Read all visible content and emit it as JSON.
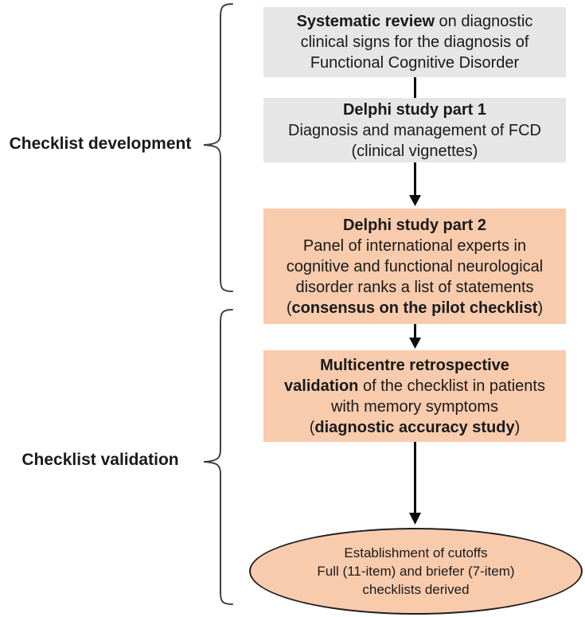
{
  "colors": {
    "box_gray": "#e7e6e6",
    "box_peach": "#f8cbad",
    "ellipse_fill": "#f8cbad",
    "ellipse_border": "#1f1f1f",
    "arrow": "#0d0d0d",
    "brace": "#404040",
    "text": "#1a1a1a"
  },
  "labels": {
    "development": "Checklist development",
    "validation": "Checklist validation"
  },
  "boxes": [
    {
      "name": "systematic-review-box",
      "fill": "gray",
      "lines": [
        [
          {
            "t": "Systematic review",
            "b": true
          },
          {
            "t": " on diagnostic",
            "b": false
          }
        ],
        [
          {
            "t": "clinical signs for the diagnosis of",
            "b": false
          }
        ],
        [
          {
            "t": "Functional Cognitive Disorder",
            "b": false
          }
        ]
      ]
    },
    {
      "name": "delphi-study-part-1-box",
      "fill": "gray",
      "lines": [
        [
          {
            "t": "Delphi study part 1",
            "b": true
          }
        ],
        [
          {
            "t": "Diagnosis and management of FCD",
            "b": false
          }
        ],
        [
          {
            "t": "(clinical vignettes)",
            "b": false
          }
        ]
      ]
    },
    {
      "name": "delphi-study-part-2-box",
      "fill": "peach",
      "lines": [
        [
          {
            "t": "Delphi study part 2",
            "b": true
          }
        ],
        [
          {
            "t": "Panel of international experts in",
            "b": false
          }
        ],
        [
          {
            "t": "cognitive and functional neurological",
            "b": false
          }
        ],
        [
          {
            "t": "disorder ranks a list of statements",
            "b": false
          }
        ],
        [
          {
            "t": "(",
            "b": false
          },
          {
            "t": "consensus on the pilot checklist",
            "b": true
          },
          {
            "t": ")",
            "b": false
          }
        ]
      ]
    },
    {
      "name": "multicentre-validation-box",
      "fill": "peach",
      "lines": [
        [
          {
            "t": "Multicentre retrospective",
            "b": true
          }
        ],
        [
          {
            "t": "validation",
            "b": true
          },
          {
            "t": " of the checklist in patients",
            "b": false
          }
        ],
        [
          {
            "t": "with memory symptoms",
            "b": false
          }
        ],
        [
          {
            "t": "(",
            "b": false
          },
          {
            "t": "diagnostic accuracy study",
            "b": true
          },
          {
            "t": ")",
            "b": false
          }
        ]
      ]
    }
  ],
  "ellipse": {
    "lines": [
      "Establishment of cutoffs",
      "Full (11-item) and briefer (7-item)",
      "checklists derived"
    ]
  }
}
